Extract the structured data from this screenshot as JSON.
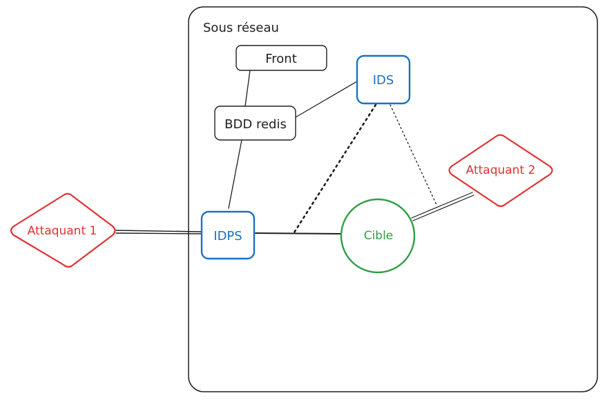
{
  "subnet": {
    "label": "Sous réseau"
  },
  "nodes": {
    "front": {
      "label": "Front",
      "shape": "rectangle",
      "color": "#1e1e1e"
    },
    "bdd": {
      "label": "BDD redis",
      "shape": "rectangle",
      "color": "#1e1e1e"
    },
    "ids": {
      "label": "IDS",
      "shape": "rectangle",
      "color": "#1971c2"
    },
    "idps": {
      "label": "IDPS",
      "shape": "rectangle",
      "color": "#1971c2"
    },
    "cible": {
      "label": "Cible",
      "shape": "ellipse",
      "color": "#2f9e44"
    },
    "attaquant1": {
      "label": "Attaquant 1",
      "shape": "diamond",
      "color": "#e03131"
    },
    "attaquant2": {
      "label": "Attaquant 2",
      "shape": "diamond",
      "color": "#e03131"
    }
  },
  "edges": [
    {
      "from": "front",
      "to": "bdd",
      "style": "solid"
    },
    {
      "from": "bdd",
      "to": "idps",
      "style": "solid"
    },
    {
      "from": "bdd",
      "to": "ids",
      "style": "solid"
    },
    {
      "from": "attaquant1",
      "to": "idps",
      "style": "double"
    },
    {
      "from": "idps",
      "to": "cible",
      "style": "solid"
    },
    {
      "from": "cible",
      "to": "attaquant2",
      "style": "double"
    },
    {
      "from": "ids",
      "to": "idps-cible link",
      "style": "dotted"
    },
    {
      "from": "ids",
      "to": "cible-attaquant2 link",
      "style": "dotted"
    }
  ]
}
